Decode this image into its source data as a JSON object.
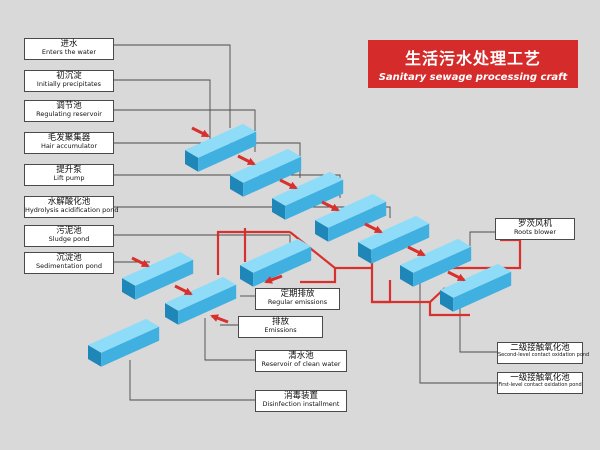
{
  "title": {
    "zh": "生活污水处理工艺",
    "en": "Sanitary sewage processing craft",
    "bg_color": "#d62b2b"
  },
  "labels": {
    "enters_water": {
      "zh": "进水",
      "en": "Enters the water"
    },
    "initially_precipitates": {
      "zh": "初沉淀",
      "en": "Initially precipitates"
    },
    "regulating_reservoir": {
      "zh": "调节池",
      "en": "Regulating reservoir"
    },
    "hair_accumulator": {
      "zh": "毛发聚集器",
      "en": "Hair accumulator"
    },
    "lift_pump": {
      "zh": "提升泵",
      "en": "Lift pump"
    },
    "hydrolysis_pond": {
      "zh": "水解酸化池",
      "en": "Hydrolysis acidification pond"
    },
    "sludge_pond": {
      "zh": "污泥池",
      "en": "Sludge pond"
    },
    "sedimentation_pond": {
      "zh": "沉淀池",
      "en": "Sedimentation pond"
    },
    "roots_blower": {
      "zh": "罗茨风机",
      "en": "Roots blower"
    },
    "regular_emissions": {
      "zh": "定期排放",
      "en": "Regular emissions"
    },
    "emissions": {
      "zh": "排放",
      "en": "Emissions"
    },
    "clean_water": {
      "zh": "清水池",
      "en": "Reservoir of clean water"
    },
    "second_oxidation": {
      "zh": "二级接触氧化池",
      "en": "Second-level contact oxidation pond"
    },
    "first_oxidation": {
      "zh": "一级接触氧化池",
      "en": "First-level contact oxidation pond"
    },
    "disinfection": {
      "zh": "消毒装置",
      "en": "Disinfection installment"
    }
  },
  "colors": {
    "tank_top": "#8fdcf8",
    "tank_front": "#3fb0e0",
    "tank_side": "#1f86b8",
    "flow": "#d8302c",
    "leader": "#4a4a4a"
  }
}
